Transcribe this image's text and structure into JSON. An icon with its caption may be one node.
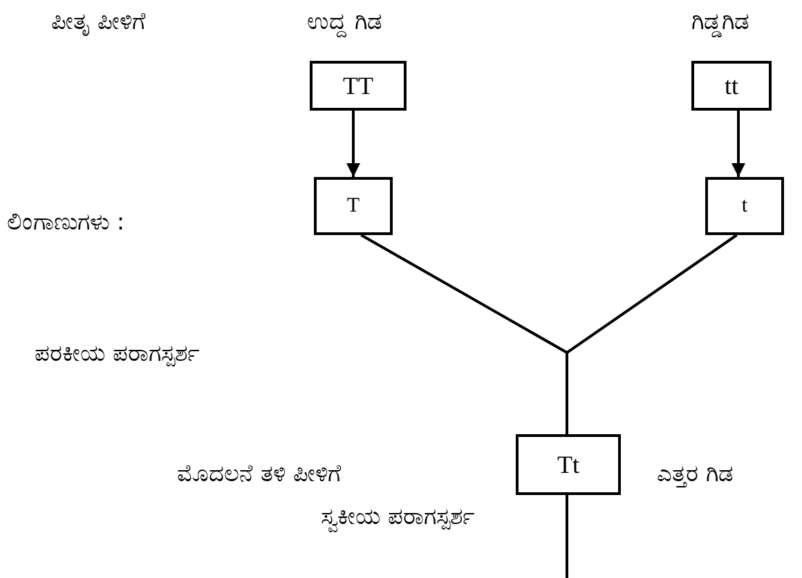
{
  "diagram": {
    "nodes": [
      {
        "text": [
          "TT"
        ],
        "beside": [
          "ಉದ್ದ ಗಿಡ"
        ]
      },
      {
        "text": [
          "tt"
        ],
        "beside": [
          "ಗಿಡ್ಡಗಿಡ"
        ]
      },
      {
        "text": [
          "T"
        ]
      },
      {
        "text": [
          "t"
        ]
      },
      {
        "text": [
          "Tt"
        ],
        "beside": [
          "ಎತ್ತರ ಗಿಡ"
        ]
      }
    ],
    "edges": [
      {
        "from": 0,
        "to": 2,
        "arrow": "to"
      },
      {
        "from": 1,
        "to": 3,
        "arrow": "to"
      },
      {
        "from": 2,
        "to": 4,
        "arrow": "none"
      },
      {
        "from": 3,
        "to": 4,
        "arrow": "none"
      },
      {
        "from": 4,
        "to": null,
        "arrow": "none"
      }
    ],
    "labels": [
      "ಪೀತೃ ಪೀಳಿಗೆ",
      "ಲಿಂಗಾಣುಗಳು :",
      "ಪರಕೀಯ ಪರಾಗಸ್ಪರ್ಶ",
      "ಮೊದಲನೆ ತಳಿ ಪೀಳಿಗೆ",
      "ಸ್ವಕೀಯ ಪರಾಗಸ್ಪರ್ಶ"
    ]
  }
}
